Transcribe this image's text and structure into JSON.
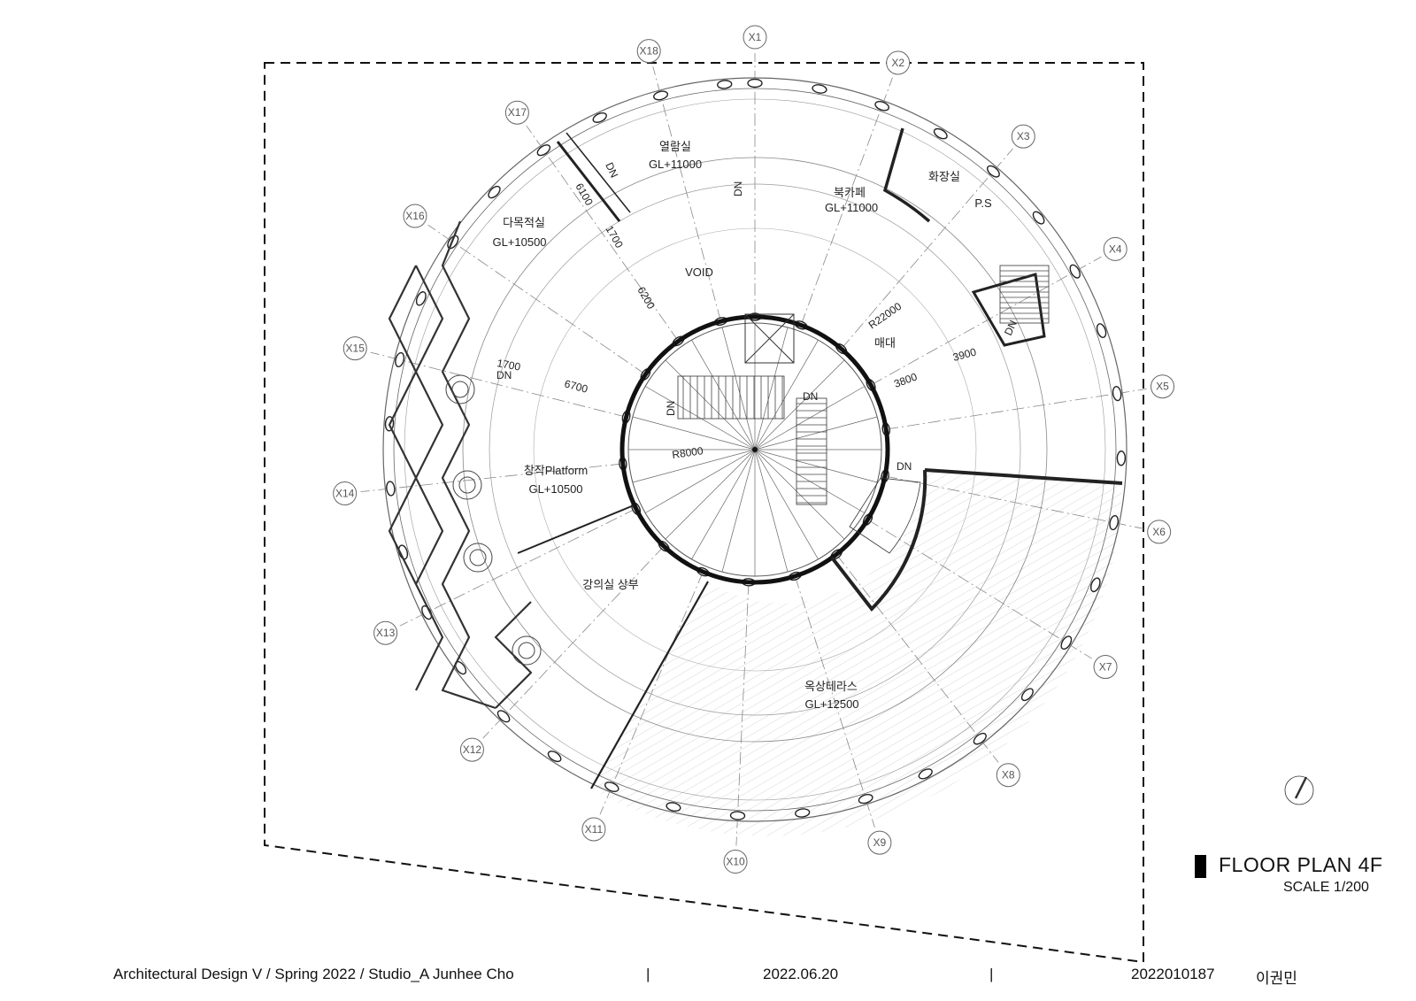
{
  "title": "FLOOR PLAN 4F",
  "scale": "SCALE 1/200",
  "footer": {
    "course": "Architectural Design V / Spring 2022 /  Studio_A Junhee Cho",
    "separator": "|",
    "date": "2022.06.20",
    "student_id": "2022010187",
    "student_name": "이권민"
  },
  "rooms": [
    {
      "name": "열람실",
      "level": "GL+11000"
    },
    {
      "name": "북카페",
      "level": "GL+11000"
    },
    {
      "name": "화장실",
      "level": ""
    },
    {
      "name": "P.S",
      "level": ""
    },
    {
      "name": "다목적실",
      "level": "GL+10500"
    },
    {
      "name": "VOID",
      "level": ""
    },
    {
      "name": "매대",
      "level": ""
    },
    {
      "name": "창작Platform",
      "level": "GL+10500"
    },
    {
      "name": "강의실 상부",
      "level": ""
    },
    {
      "name": "옥상테라스",
      "level": "GL+12500"
    }
  ],
  "dimensions": [
    "6100",
    "1700",
    "6200",
    "1700",
    "6700",
    "R8000",
    "R22000",
    "3800",
    "3900"
  ],
  "stair_labels": [
    "DN",
    "DN",
    "DN",
    "DN",
    "DN",
    "DN",
    "DN"
  ],
  "grid_axes": [
    "X1",
    "X2",
    "X3",
    "X4",
    "X5",
    "X6",
    "X7",
    "X8",
    "X9",
    "X10",
    "X11",
    "X12",
    "X13",
    "X14",
    "X15",
    "X16",
    "X17",
    "X18"
  ],
  "north_arrow": "north-arrow-icon"
}
